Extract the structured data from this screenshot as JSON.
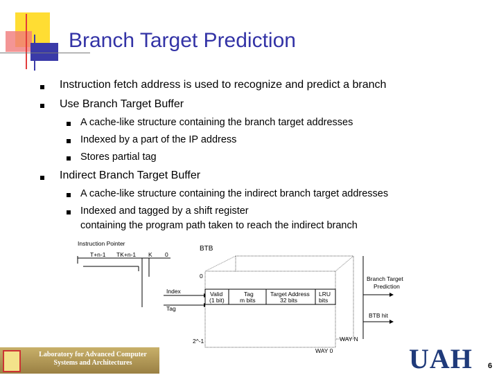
{
  "title": "Branch Target Prediction",
  "bullets": [
    {
      "text": "Instruction fetch address is used to recognize and predict a branch"
    },
    {
      "text": "Use Branch Target Buffer"
    },
    {
      "text": "A cache-like structure containing the branch target addresses"
    },
    {
      "text": "Indexed by a part of the IP address"
    },
    {
      "text": "Stores partial tag"
    },
    {
      "text": "Indirect Branch Target Buffer"
    },
    {
      "text": "A cache-like structure containing the indirect branch target addresses"
    },
    {
      "text": "Indexed and tagged by a shift register"
    },
    {
      "text": "containing the program path taken to reach the indirect branch"
    }
  ],
  "diagram": {
    "instruction_pointer": "Instruction Pointer",
    "ip_field_1": "T+n-1",
    "ip_field_2": "TK+n-1",
    "ip_field_3": "K",
    "ip_field_4": "0",
    "btb": "BTB",
    "zero": "0",
    "index": "Index",
    "tag": "Tag",
    "valid": "Valid",
    "valid_sub": "(1 bit)",
    "tag_col": "Tag",
    "tag_sub": "m bits",
    "target_col": "Target Address",
    "target_sub": "32 bits",
    "lru_col": "LRU",
    "lru_sub": "bits",
    "rows_label": "2^-1",
    "way_n": "WAY N",
    "way_0": "WAY 0",
    "btp_line1": "Branch Target",
    "btp_line2": "Prediction",
    "btb_hit": "BTB hit"
  },
  "footer": {
    "banner_line1": "Laboratory for Advanced Computer",
    "banner_line2": "Systems and Architectures",
    "logo": "UAH",
    "page_number": "6"
  },
  "colors": {
    "title": "#3333a6",
    "logo_yellow": "#ffdd33",
    "logo_red": "#e23b3b",
    "logo_blue": "#3a3aa8"
  }
}
